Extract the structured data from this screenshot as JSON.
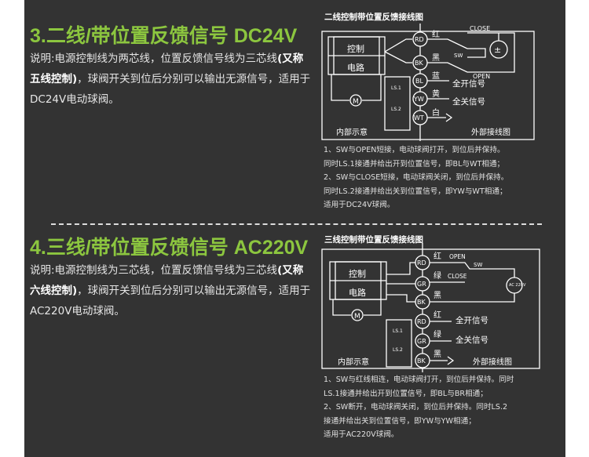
{
  "section3": {
    "title": "3.二线/带位置反馈信号 DC24V",
    "desc_a": "说明:电源控制线为两芯线，位置反馈信号线为三芯线",
    "desc_bold": "(又称五线控制)",
    "desc_b": "，球阀开关到位后分别可以输出无源信号，适用于DC24V电动球阀。",
    "diagram": {
      "title": "二线控制带位置反馈接线图",
      "control": "控制",
      "circuit": "电路",
      "motor": "M",
      "ls1": "LS.1",
      "ls2": "LS.2",
      "inner": "内部示意",
      "outer": "外部接线图",
      "close": "CLOSE",
      "open": "OPEN",
      "sw": "SW",
      "power": "±",
      "terminals": [
        {
          "code": "RD",
          "color": "红"
        },
        {
          "code": "BK",
          "color": "黑"
        },
        {
          "code": "BL",
          "color": "蓝"
        },
        {
          "code": "YW",
          "color": "黄"
        },
        {
          "code": "WT",
          "color": "白"
        }
      ],
      "open_signal": "全开信号",
      "close_signal": "全关信号"
    },
    "notes": [
      "1、SW与OPEN短接，电动球阀打开，到位后并保持。",
      "同时LS.1接通并给出开到位置信号，即BL与WT相通；",
      "2、SW与CLOSE短接，电动球阀关闭，到位后并保持。",
      "同时LS.2接通并给出关到位置信号，即YW与WT相通；",
      "适用于DC24V球阀。"
    ]
  },
  "section4": {
    "title": "4.三线/带位置反馈信号 AC220V",
    "desc_a": "说明:电源控制线为三芯线，位置反馈信号线为三芯线",
    "desc_bold": "(又称六线控制)",
    "desc_b": "，球阀开关到位后分别可以输出无源信号，适用于AC220V电动球阀。",
    "diagram": {
      "title": "三线控制带位置反馈接线图",
      "control": "控制",
      "circuit": "电路",
      "motor": "M",
      "ls1": "LS.1",
      "ls2": "LS.2",
      "inner": "内部示意",
      "outer": "外部接线图",
      "open": "OPEN",
      "close": "CLOSE",
      "sw": "SW",
      "power": "AC 220V",
      "terminals": [
        {
          "code": "RD",
          "color": "红"
        },
        {
          "code": "GR",
          "color": "绿"
        },
        {
          "code": "BK",
          "color": "黑"
        },
        {
          "code": "RD",
          "color": "红"
        },
        {
          "code": "GR",
          "color": "绿"
        },
        {
          "code": "BK",
          "color": "黑"
        }
      ],
      "open_signal": "全开信号",
      "close_signal": "全关信号"
    },
    "notes": [
      "1、SW与红线相连，电动球阀打开，到位后并保持。同时",
      "LS.1接通并给出开到位置信号，即BL与BR相通；",
      "2、SW断开，电动球阀关闭，到位后并保持。同时LS.2",
      "接通并给出关到位置信号，即YW与YW相通；",
      "适用于AC220V球阀。"
    ]
  }
}
